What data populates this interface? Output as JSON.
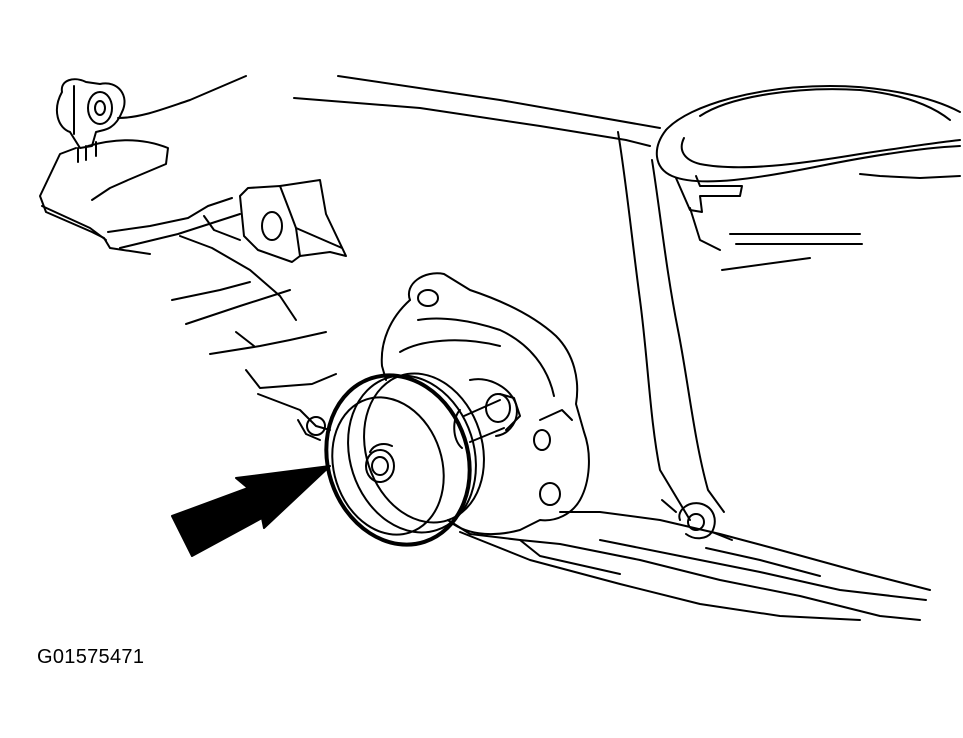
{
  "figure": {
    "id_label": "G01575471",
    "subject": "water-pump-pulley",
    "pointer": "arrow-pointing-to-pulley"
  },
  "colors": {
    "line": "#000000",
    "background": "#ffffff"
  }
}
